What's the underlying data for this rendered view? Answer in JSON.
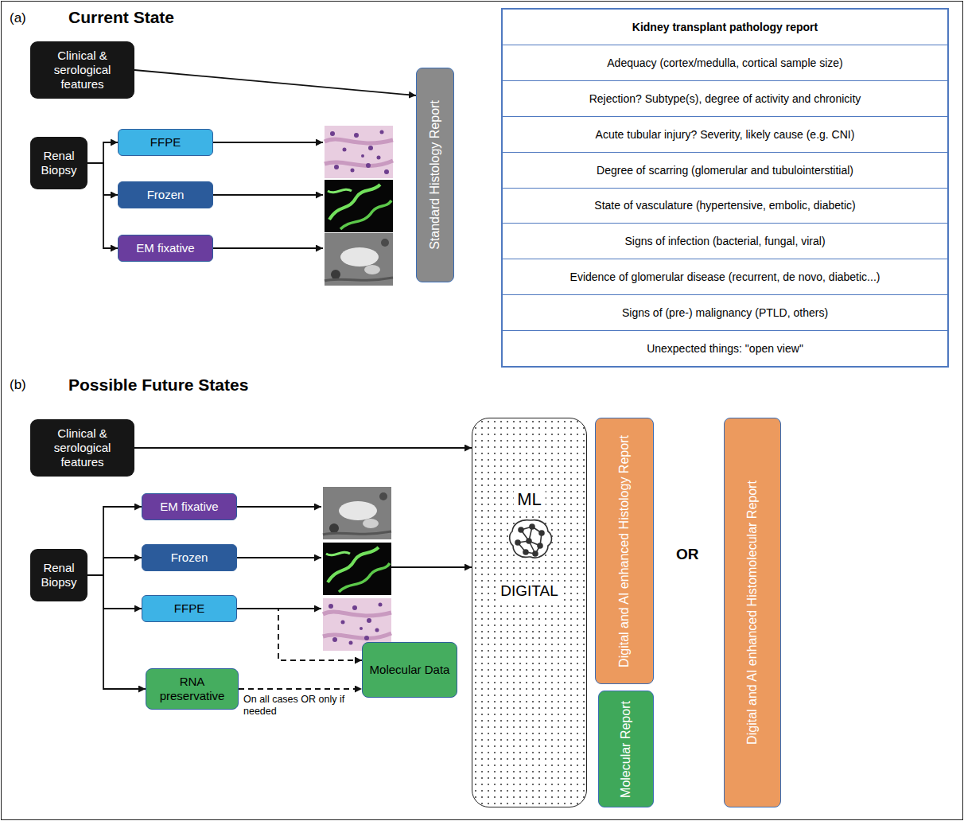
{
  "diagram": {
    "nodes": [
      {
        "text": [
          "Clinical & serological features"
        ]
      },
      {
        "text": [
          "Renal Biopsy"
        ]
      },
      {
        "text": [
          "FFPE"
        ]
      },
      {
        "text": [
          "Frozen"
        ]
      },
      {
        "text": [
          "EM fixative"
        ]
      },
      {
        "text": [
          "Standard Histology Report"
        ]
      },
      {
        "text": [
          "Kidney transplant pathology report",
          "Adequacy (cortex/medulla, cortical sample size)",
          "Rejection? Subtype(s), degree of activity and chronicity",
          "Acute tubular injury? Severity, likely cause (e.g. CNI)",
          "Degree of scarring (glomerular and tubulointerstitial)",
          "State of vasculature (hypertensive, embolic, diabetic)",
          "Signs of infection (bacterial, fungal, viral)",
          "Evidence of glomerular disease (recurrent, de novo, diabetic...)",
          "Signs of (pre-) malignancy (PTLD, others)",
          "Unexpected things: \"open view\""
        ]
      },
      {
        "text": [
          "Clinical & serological features"
        ]
      },
      {
        "text": [
          "Renal Biopsy"
        ]
      },
      {
        "text": [
          "EM fixative"
        ]
      },
      {
        "text": [
          "Frozen"
        ]
      },
      {
        "text": [
          "FFPE"
        ]
      },
      {
        "text": [
          "RNA preservative"
        ]
      },
      {
        "text": [
          "Molecular Data"
        ]
      },
      {
        "text": [
          "ML",
          "DIGITAL"
        ]
      },
      {
        "text": [
          "Digital and AI enhanced Histology Report"
        ]
      },
      {
        "text": [
          "Molecular Report"
        ]
      },
      {
        "text": [
          "Digital and AI enhanced Histomolecular Report"
        ]
      }
    ],
    "edges": [
      {
        "from": 0,
        "to": 5,
        "arrow": "to"
      },
      {
        "from": 1,
        "to": 2,
        "arrow": "to"
      },
      {
        "from": 1,
        "to": 3,
        "arrow": "to"
      },
      {
        "from": 1,
        "to": 4,
        "arrow": "to"
      },
      {
        "from": 7,
        "to": 14,
        "arrow": "to"
      },
      {
        "from": 8,
        "to": 9,
        "arrow": "to"
      },
      {
        "from": 8,
        "to": 10,
        "arrow": "to"
      },
      {
        "from": 8,
        "to": 11,
        "arrow": "to"
      },
      {
        "from": 8,
        "to": 12,
        "arrow": "to"
      },
      {
        "from": 11,
        "to": 13,
        "arrow": "to"
      },
      {
        "from": 12,
        "to": 13,
        "arrow": "to",
        "label": "On all cases OR only if needed"
      }
    ],
    "labels": [
      "(a)",
      "Current State",
      "(b)",
      "Possible Future States",
      "OR"
    ]
  }
}
